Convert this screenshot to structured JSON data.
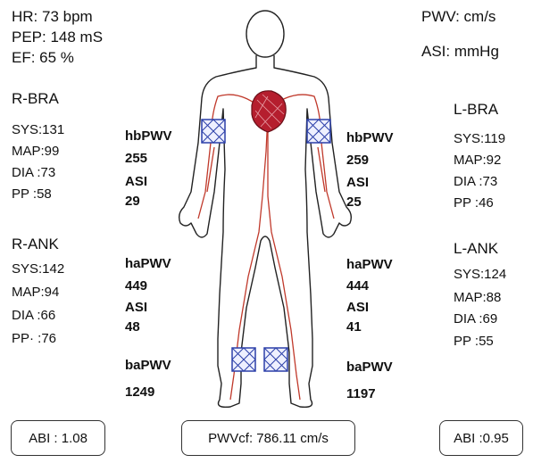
{
  "vitals": {
    "hr": "HR: 73  bpm",
    "pep": "PEP: 148 mS",
    "ef": "EF: 65   %"
  },
  "units": {
    "pwv": "PWV: cm/s",
    "asi": "ASI: mmHg"
  },
  "r_bra": {
    "title": "R-BRA",
    "sys": "SYS:131",
    "map": "MAP:99",
    "dia": "DIA  :73",
    "pp": "PP  :58"
  },
  "l_bra": {
    "title": "L-BRA",
    "sys": "SYS:119",
    "map": "MAP:92",
    "dia": "DIA  :73",
    "pp": "PP  :46"
  },
  "r_ank": {
    "title": "R-ANK",
    "sys": "SYS:142",
    "map": "MAP:94",
    "dia": "DIA  :66",
    "pp": "PP· :76"
  },
  "l_ank": {
    "title": "L-ANK",
    "sys": "SYS:124",
    "map": "MAP:88",
    "dia": "DIA  :69",
    "pp": "PP  :55"
  },
  "right_side": {
    "hb_label": "hbPWV",
    "hb_value": "255",
    "hb_asi_label": "ASI",
    "hb_asi": "29",
    "ha_label": "haPWV",
    "ha_value": "449",
    "ha_asi_label": "ASI",
    "ha_asi": "48",
    "ba_label": "baPWV",
    "ba_value": "1249"
  },
  "left_side": {
    "hb_label": "hbPWV",
    "hb_value": "259",
    "hb_asi_label": "ASI",
    "hb_asi": "25",
    "ha_label": "haPWV",
    "ha_value": "444",
    "ha_asi_label": "ASI",
    "ha_asi": "41",
    "ba_label": "baPWV",
    "ba_value": "1197"
  },
  "footer": {
    "abi_right": "ABI : 1.08",
    "pwvcf": "PWVcf: 786.11 cm/s",
    "abi_left": "ABI :0.95"
  },
  "colors": {
    "artery": "#c0392b",
    "heart": "#b51e2e",
    "cuff": "#2b3fa8"
  }
}
